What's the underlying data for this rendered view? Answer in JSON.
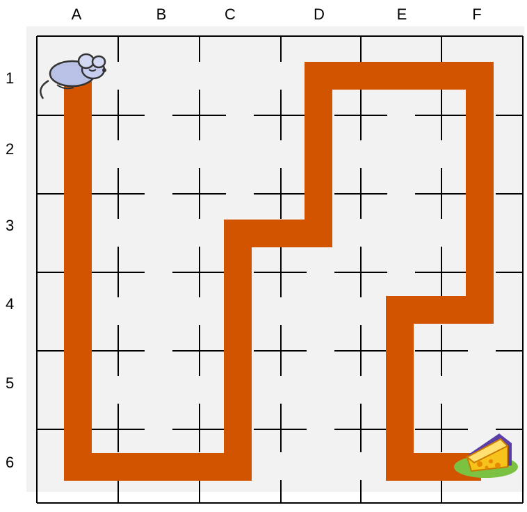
{
  "columns": [
    "A",
    "B",
    "C",
    "D",
    "E",
    "F"
  ],
  "rows": [
    "1",
    "2",
    "3",
    "4",
    "5",
    "6"
  ],
  "start": {
    "cell": "A1",
    "icon": "mouse-icon"
  },
  "goal": {
    "cell": "F6",
    "icon": "cheese-icon"
  },
  "path_cells": [
    "A1",
    "A2",
    "A3",
    "A4",
    "A5",
    "A6",
    "B6",
    "C6",
    "C5",
    "C4",
    "C3",
    "D3",
    "D2",
    "D1",
    "E1",
    "F1",
    "F2",
    "F3",
    "F4",
    "E4",
    "E5",
    "E6",
    "F6"
  ],
  "colors": {
    "path": "#D35400",
    "board": "#F2F2F2",
    "grid": "#000000"
  }
}
